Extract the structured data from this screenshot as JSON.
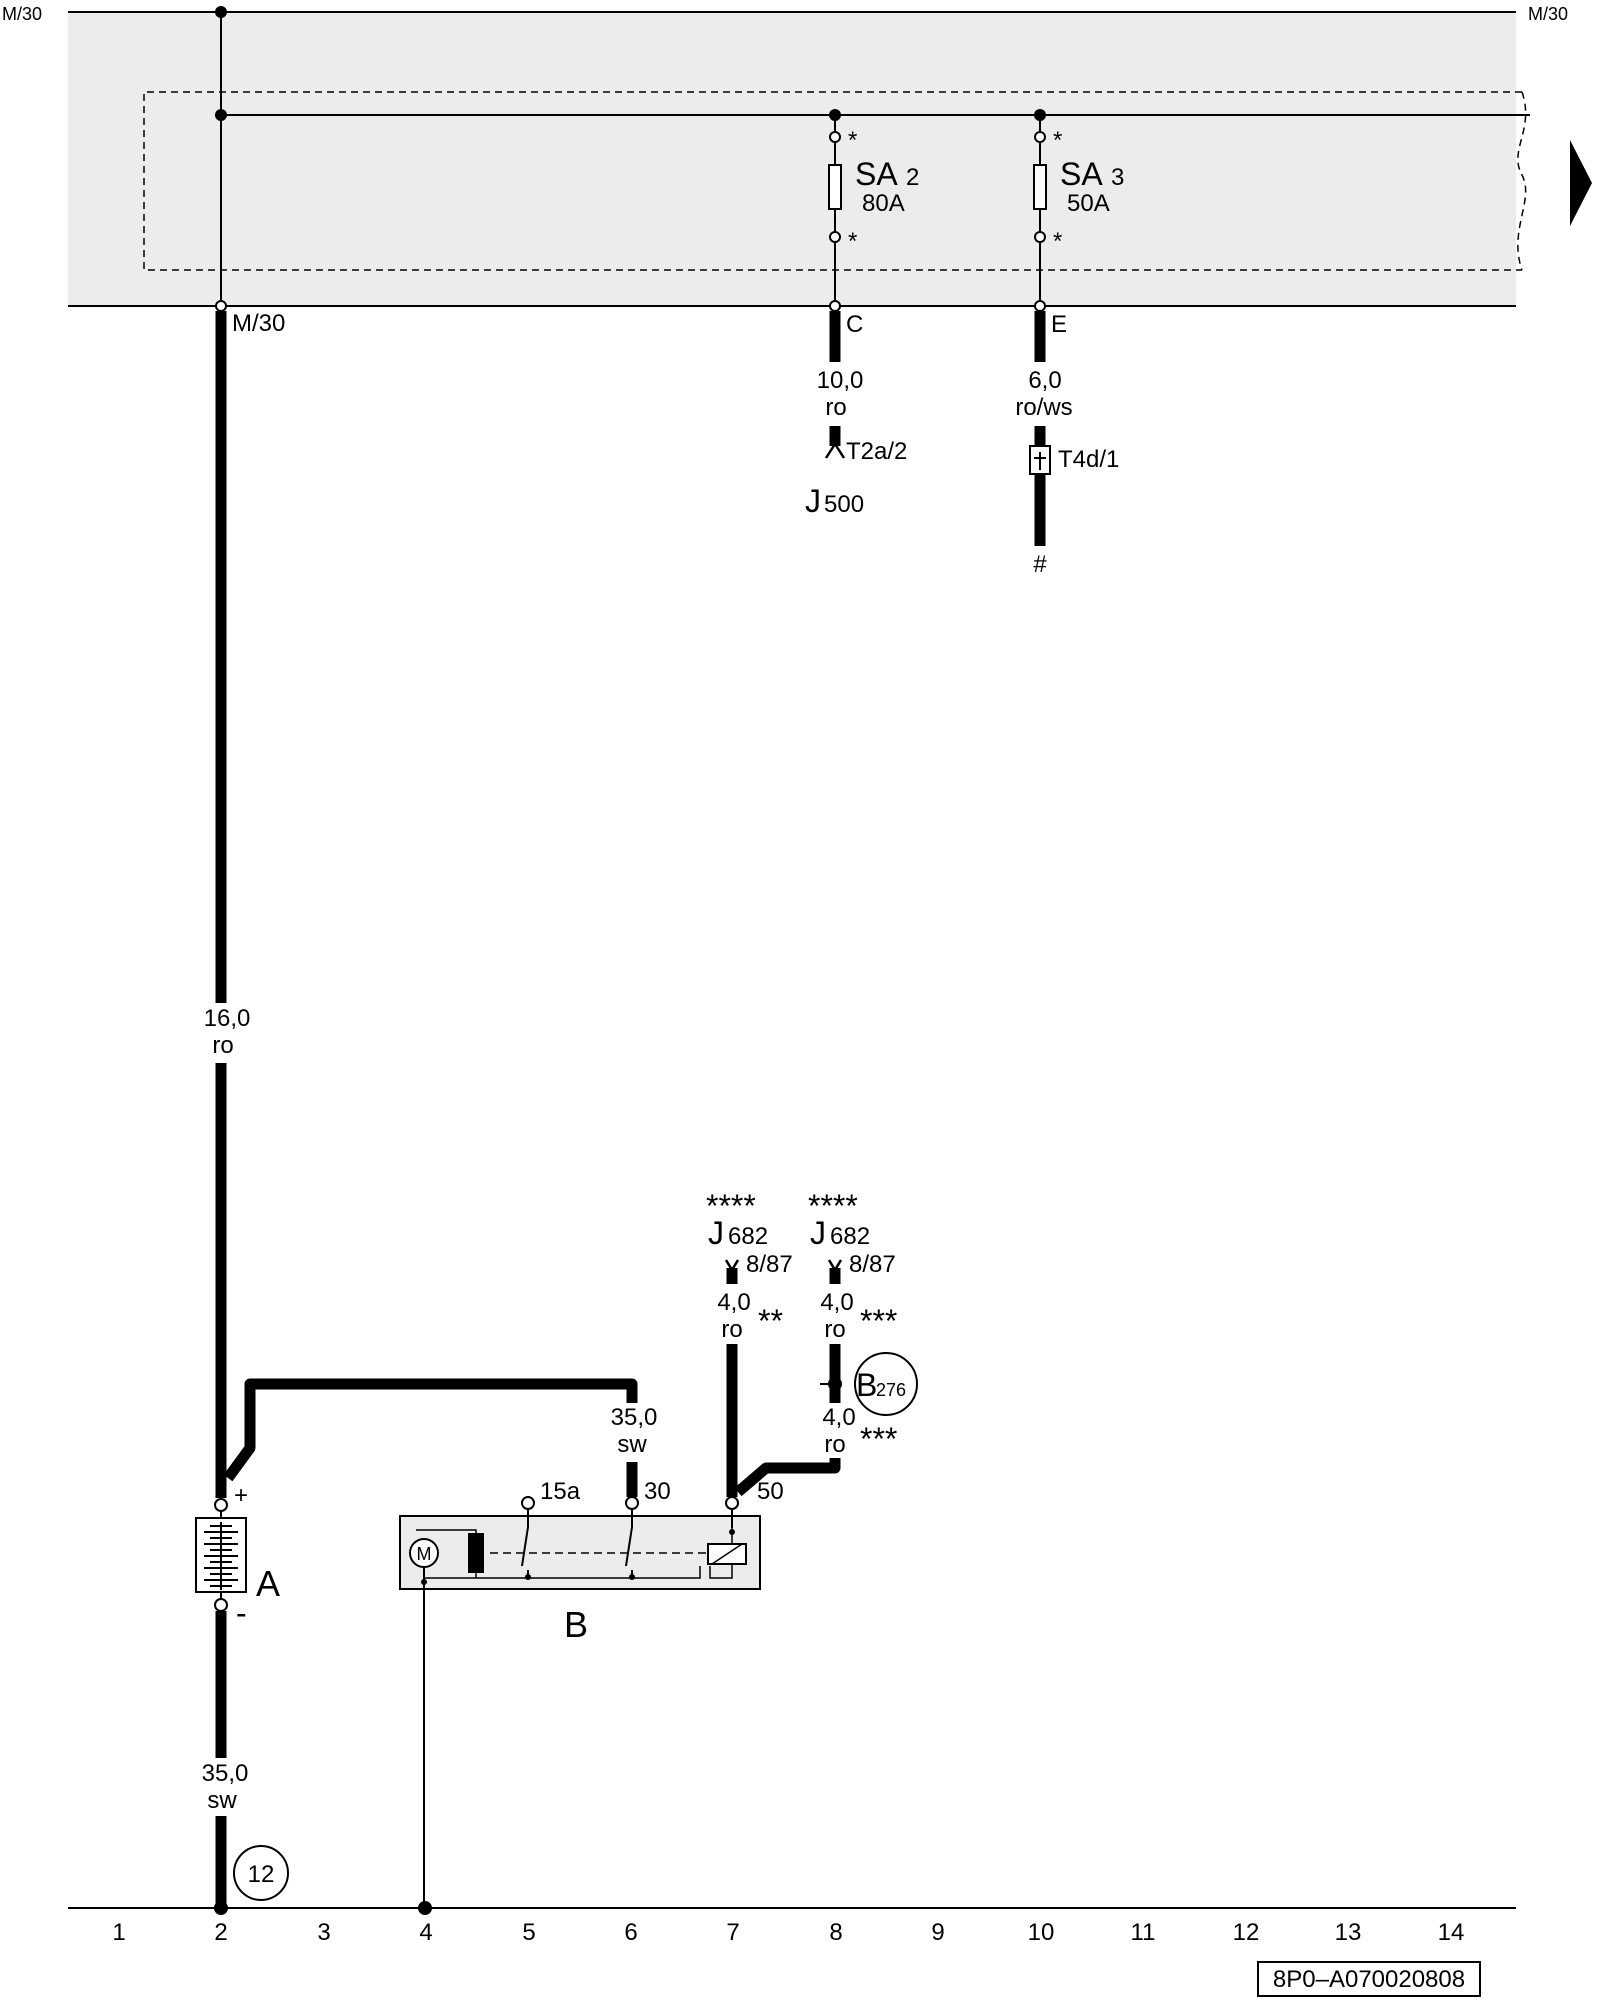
{
  "bus": {
    "left_label": "M/30",
    "right_label": "M/30",
    "terminal_label": "M/30"
  },
  "fuses": [
    {
      "name": "SA",
      "number": "2",
      "rating": "80A",
      "star_top": "*",
      "star_bottom": "*",
      "terminal": "C"
    },
    {
      "name": "SA",
      "number": "3",
      "rating": "50A",
      "star_top": "*",
      "star_bottom": "*",
      "terminal": "E"
    }
  ],
  "wires": {
    "c_size": "10,0",
    "c_color": "ro",
    "e_size": "6,0",
    "e_color": "ro/ws",
    "main_size": "16,0",
    "main_color": "ro",
    "starter_size": "35,0",
    "starter_color": "sw",
    "ground_size": "35,0",
    "ground_color": "sw",
    "left_relay_size": "4,0",
    "left_relay_color": "ro",
    "left_relay_note": "**",
    "right_relay_size": "4,0",
    "right_relay_color": "ro",
    "right_relay_note": "***",
    "right_relay2_size": "4,0",
    "right_relay2_color": "ro",
    "right_relay2_note": "***"
  },
  "connectors": {
    "t2a": "T2a/2",
    "t4d": "T4d/1",
    "j500_letter": "J",
    "j500_number": "500",
    "hash": "#"
  },
  "relay_left": {
    "stars": "****",
    "letter": "J",
    "number": "682",
    "pin": "8/87"
  },
  "relay_right": {
    "stars": "****",
    "letter": "J",
    "number": "682",
    "pin": "8/87"
  },
  "b276": {
    "letter": "B",
    "number": "276"
  },
  "battery": {
    "label": "A",
    "plus": "+",
    "minus": "-"
  },
  "starter": {
    "label": "B",
    "t15a": "15a",
    "t30": "30",
    "t50": "50",
    "motor": "M"
  },
  "ground_point": "12",
  "grid_numbers": [
    "1",
    "2",
    "3",
    "4",
    "5",
    "6",
    "7",
    "8",
    "9",
    "10",
    "11",
    "12",
    "13",
    "14"
  ],
  "doc_id": "8P0–A070020808"
}
